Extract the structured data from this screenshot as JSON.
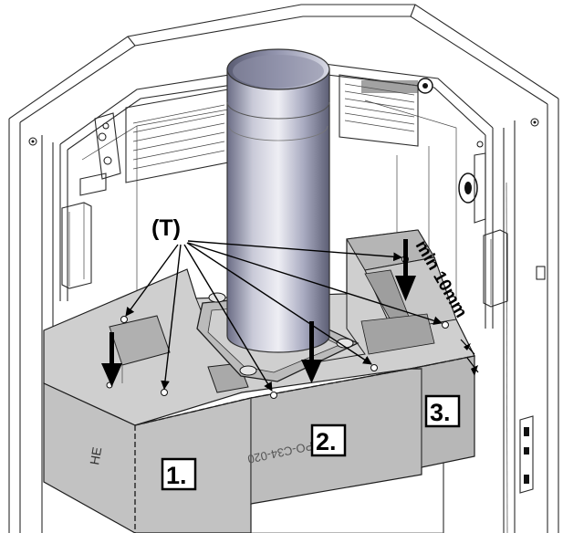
{
  "callouts": {
    "screws": "(T)",
    "min_gap": "min 10mm"
  },
  "parts": [
    {
      "label": "1."
    },
    {
      "label": "2."
    },
    {
      "label": "3."
    }
  ],
  "embossed_code": "PO-C34-020",
  "side_mark": "HE",
  "colors": {
    "insulation": "#c4c4c4",
    "insulation_dark": "#a9a9a9",
    "pipe_light": "#e4e4ee",
    "pipe_mid": "#a6a8bf",
    "pipe_dark": "#5f6178",
    "line": "#1e1e1e"
  }
}
